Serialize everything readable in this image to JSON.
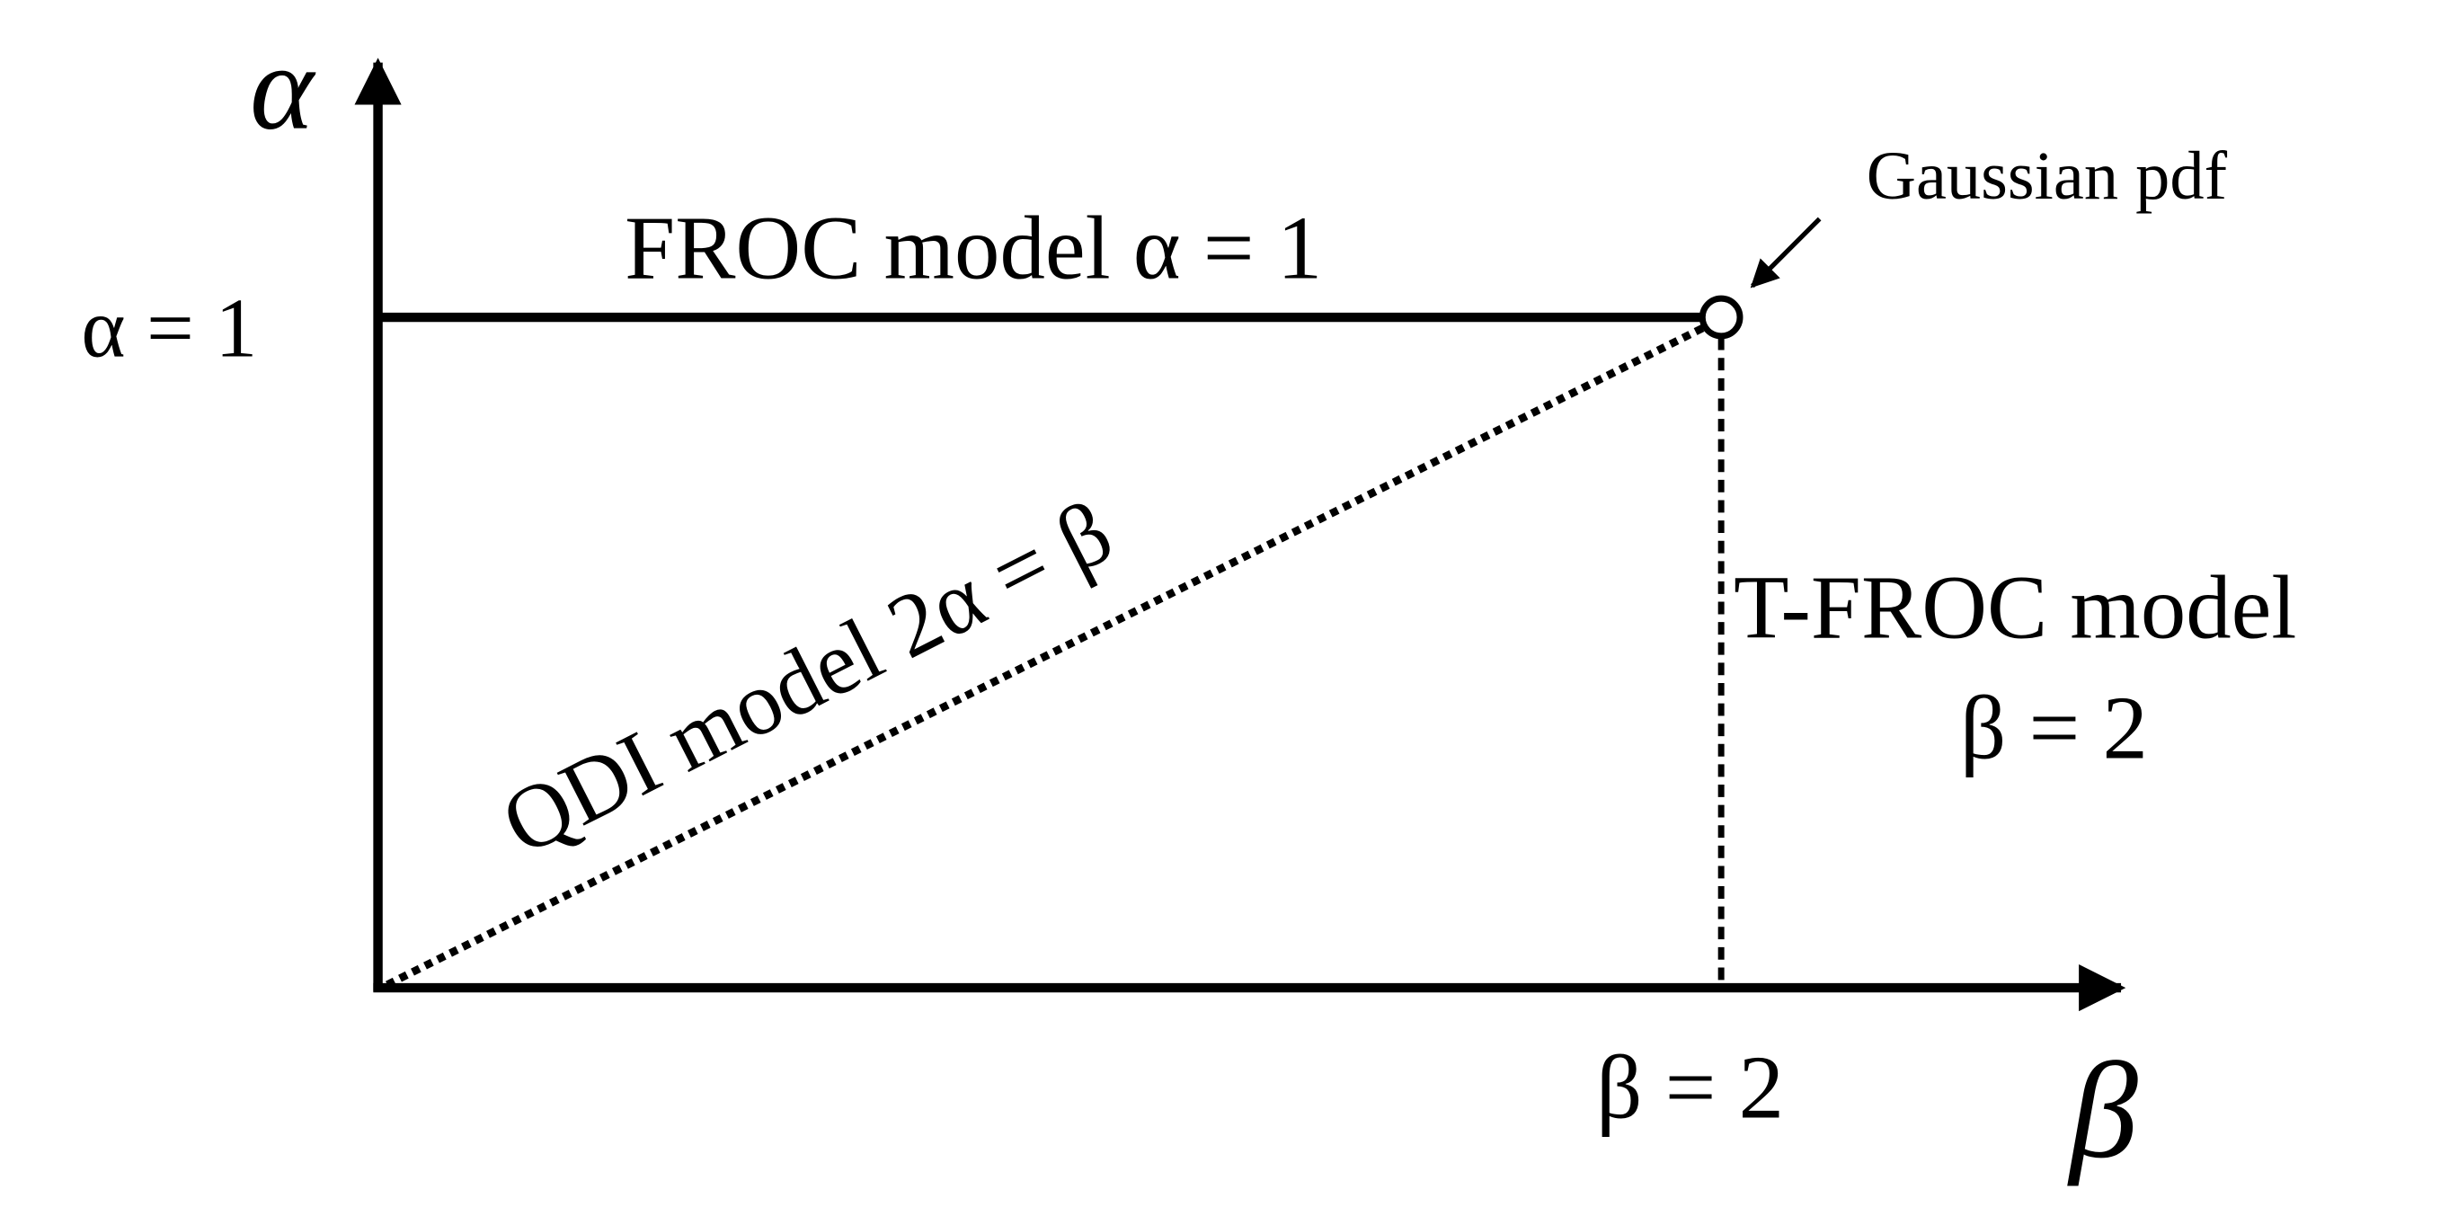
{
  "axes": {
    "y_label": "α",
    "x_label": "β",
    "y_tick": "α = 1",
    "x_tick": "β = 2"
  },
  "annotations": {
    "froc": "FROC model α = 1",
    "gaussian": "Gaussian pdf",
    "qdi": "QDI model  2α = β",
    "tfroc_line1": "T-FROC model",
    "tfroc_line2": "β = 2"
  },
  "colors": {
    "ink": "#000000",
    "background": "#ffffff"
  }
}
